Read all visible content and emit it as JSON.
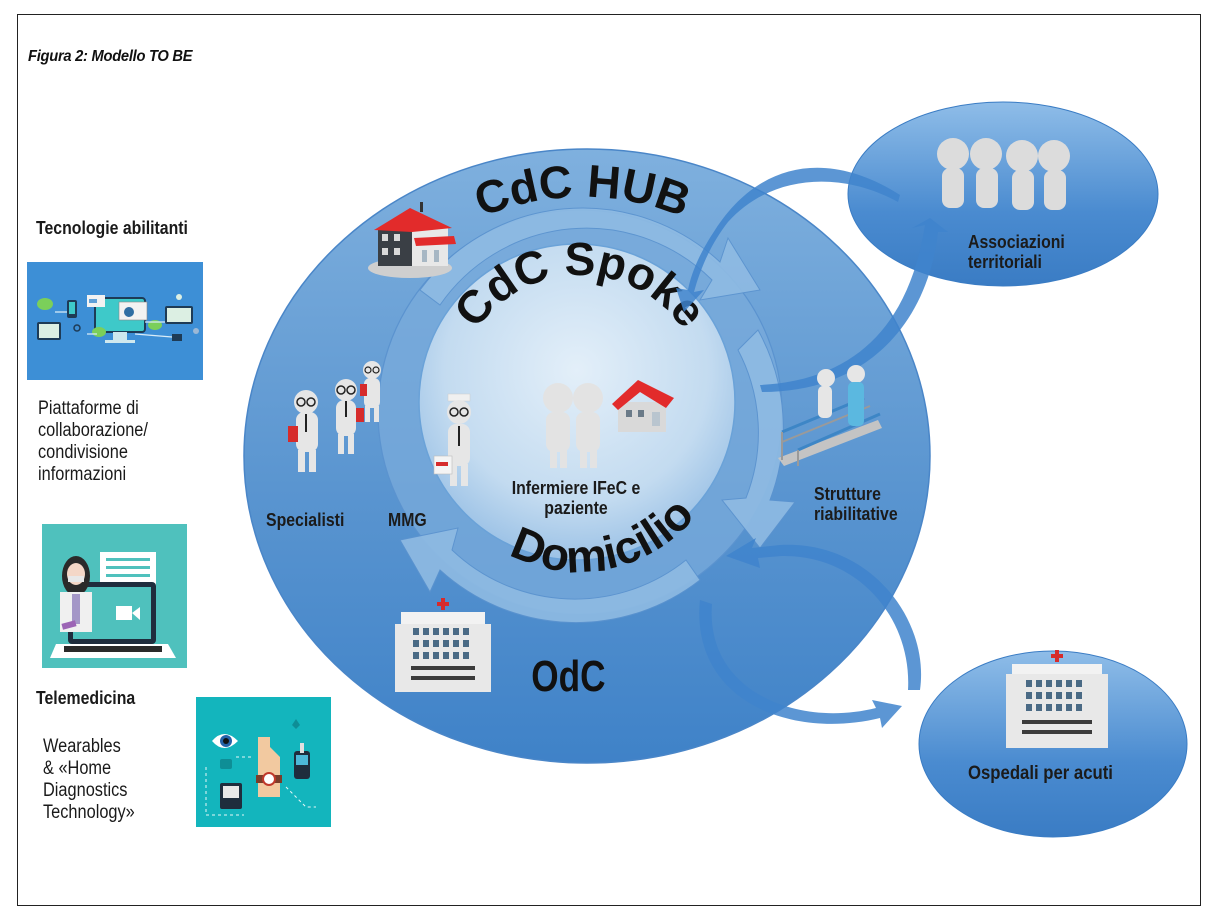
{
  "figure": {
    "title": "Figura 2: Modello TO BE"
  },
  "left_panel": {
    "enabling_tech": {
      "title": "Tecnologie abilitanti",
      "image_icon": "collaboration-platform-illustration",
      "description": "Piattaforme di\ncollaborazione/\ncondivisione\ninformazioni"
    },
    "telemedicine": {
      "image_icon": "telemedicine-doctor-laptop-illustration",
      "title": "Telemedicina",
      "description": "Wearables\n& «Home\nDiagnostics\nTechnology»",
      "wearables_icon": "wearable-diagnostics-illustration"
    }
  },
  "diagram": {
    "outer_ring_label": "CdC HUB",
    "inner_circle_label": "CdC Spoke",
    "inner_bottom_label": "Domicilio",
    "bottom_label": "OdC",
    "nodes": {
      "specialists": "Specialisti",
      "gp": "MMG",
      "nurse_patient": "Infermiere IFeC e\npaziente",
      "rehab": "Strutture\nriabilitative"
    },
    "satellites": {
      "associations": "Associazioni\nterritoriali",
      "acute_hospitals": "Ospedali per acuti"
    },
    "icons": {
      "hub_building": "house-red-roof-icon",
      "odc_building": "hospital-building-icon",
      "specialists": "doctors-group-icon",
      "gp": "doctor-icon",
      "nurse_patient": "people-embrace-icon",
      "home": "home-icon",
      "rehab": "rehab-parallel-bars-icon",
      "associations": "people-group-icon",
      "acute_hospital": "hospital-building-icon"
    }
  },
  "colors": {
    "outer_ring": "#5b93cf",
    "outer_ring_dark": "#4a86c8",
    "middle_ring": "#7fb0de",
    "inner_circle": "#c9dff1",
    "arrow": "#3f84cc",
    "satellite": "#4a8bd0",
    "thumb_blue": "#3d8fd6",
    "thumb_teal": "#4fc1bd",
    "thumb_cyan": "#13b5bd"
  }
}
